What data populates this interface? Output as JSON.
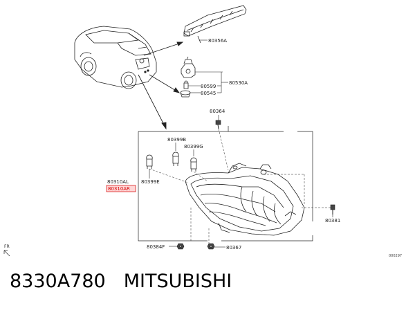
{
  "diagram": {
    "callouts": {
      "high_mount_lamp": "80356A",
      "socket_assy": "80530A",
      "bulb_a": "80599",
      "grommet": "80545",
      "screw_top": "80364",
      "bulb_b": "80399B",
      "bulb_g": "80399G",
      "bulb_e": "80399E",
      "lamp_left": "80310AL",
      "lamp_right_highlight": "80310AR",
      "screw_right": "80381",
      "nut_bottom_left": "80384F",
      "nut_bottom": "80367"
    },
    "front_marker": "FR",
    "figure_id": "000297"
  },
  "caption": {
    "part_number": "8330A780",
    "brand": "MITSUBISHI"
  },
  "colors": {
    "line": "#222222",
    "highlight": "#d40000",
    "highlight_box": "#ffd6d6"
  }
}
